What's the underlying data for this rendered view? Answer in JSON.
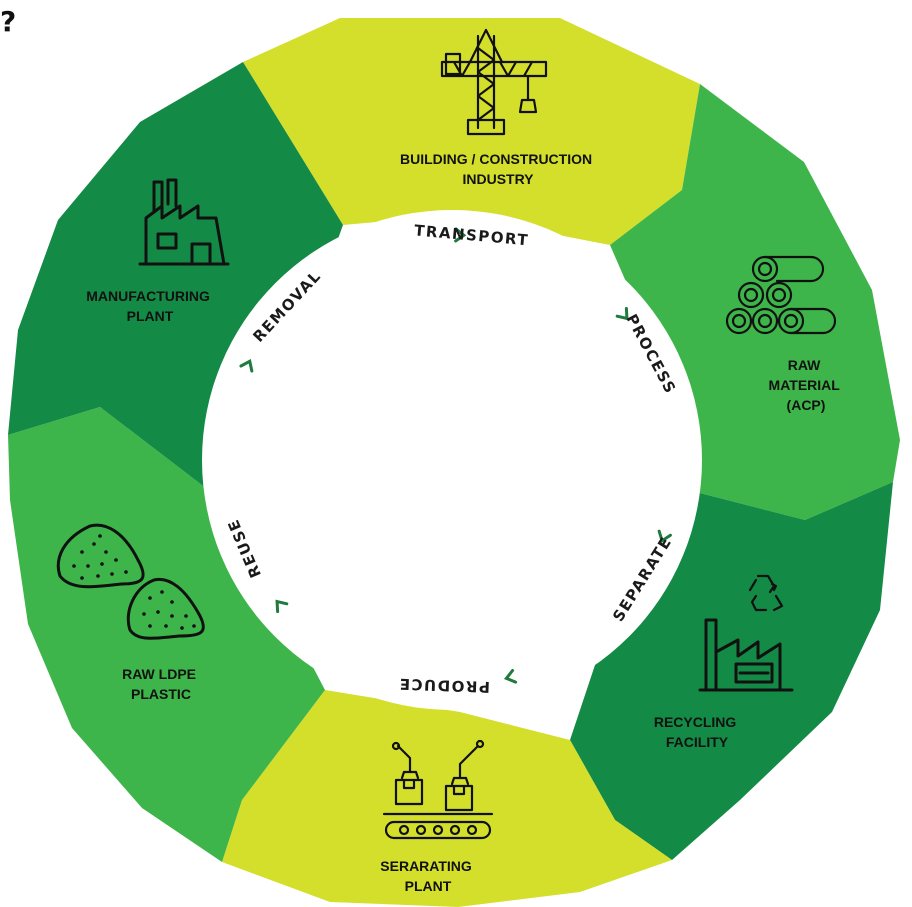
{
  "corner_text": "?",
  "colors": {
    "lime": "#d4df2c",
    "light_green": "#3eb54a",
    "dark_green": "#138a45",
    "chevron": "#1f7a3d",
    "inner_circle": "#ffffff"
  },
  "segments": [
    {
      "id": "building",
      "lines": [
        "BUILDING / CONSTRUCTION",
        "INDUSTRY"
      ],
      "icon": "crane-icon",
      "color": "lime"
    },
    {
      "id": "raw-material",
      "lines": [
        "RAW",
        "MATERIAL",
        "(ACP)"
      ],
      "icon": "pipes-stack-icon",
      "color": "light_green"
    },
    {
      "id": "recycling",
      "lines": [
        "RECYCLING",
        "FACILITY"
      ],
      "icon": "recycling-factory-icon",
      "color": "dark_green"
    },
    {
      "id": "separating",
      "lines": [
        "SERARATING",
        "PLANT"
      ],
      "icon": "robot-arms-conveyor-icon",
      "color": "lime"
    },
    {
      "id": "ldpe",
      "lines": [
        "RAW LDPE",
        "PLASTIC"
      ],
      "icon": "plastic-granules-icon",
      "color": "light_green"
    },
    {
      "id": "manufacturing",
      "lines": [
        "MANUFACTURING",
        "PLANT"
      ],
      "icon": "factory-icon",
      "color": "dark_green"
    }
  ],
  "steps": [
    "REMOVAL",
    "TRANSPORT",
    "PROCESS",
    "SEPARATE",
    "PRODUCE",
    "REUSE"
  ]
}
